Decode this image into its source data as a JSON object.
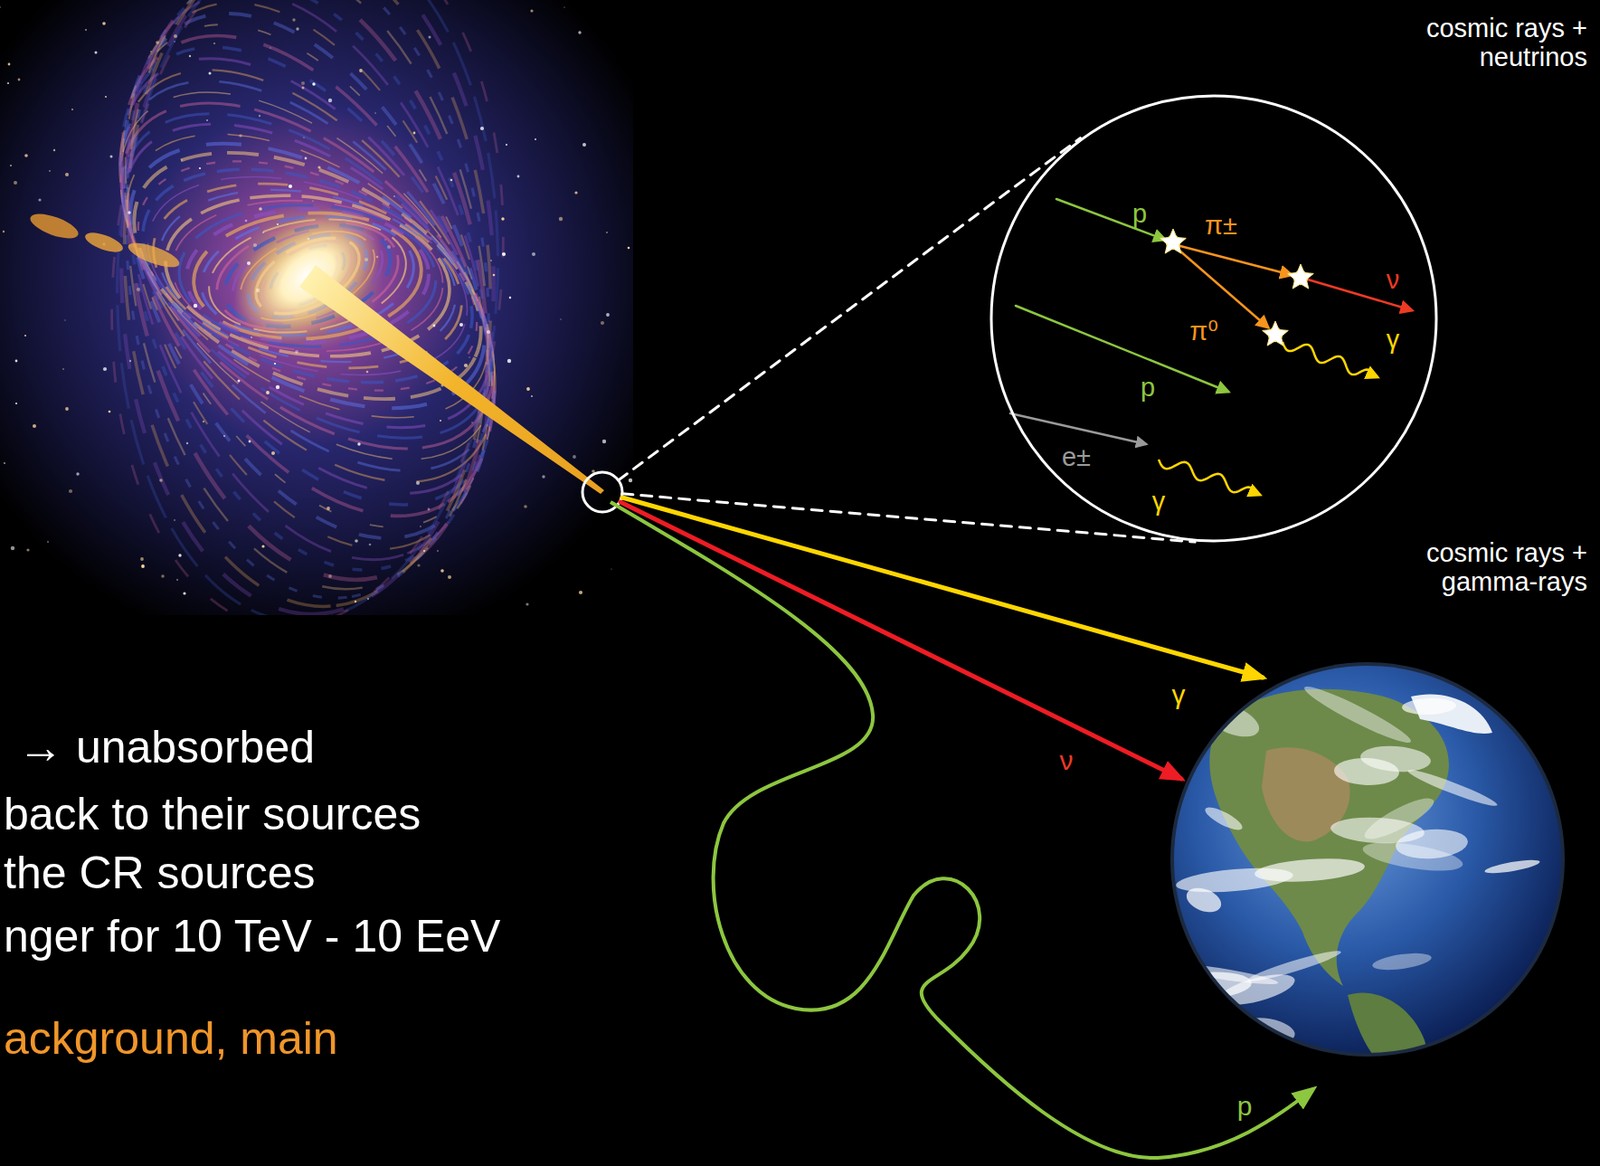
{
  "diagram": {
    "nodes": [
      {
        "text": [
          "p",
          "π±",
          "ν",
          "π⁰",
          "γ",
          "p",
          "e±",
          "γ"
        ]
      }
    ],
    "labels": [
      "cosmic rays + neutrinos",
      "cosmic rays + gamma-rays",
      "γ",
      "ν",
      "p",
      "→ unabsorbed",
      "back to their sources",
      "the CR sources",
      "nger for 10 TeV - 10 EeV",
      "ackground, main"
    ]
  }
}
